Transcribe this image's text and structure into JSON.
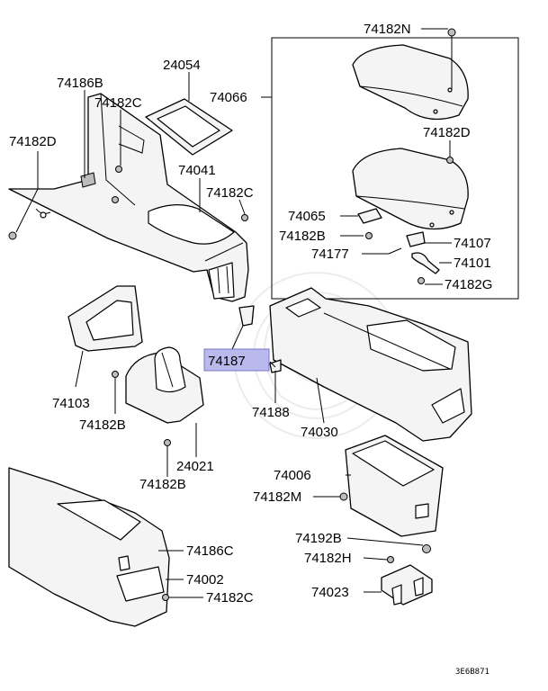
{
  "parts": {
    "p74182N": "74182N",
    "p24054": "24054",
    "p74186B": "74186B",
    "p74182C_top": "74182C",
    "p74066": "74066",
    "p74182D_left": "74182D",
    "p74182D_right": "74182D",
    "p74041": "74041",
    "p74182C_mid": "74182C",
    "p74065": "74065",
    "p74182B_right": "74182B",
    "p74107": "74107",
    "p74177": "74177",
    "p74101": "74101",
    "p74182G": "74182G",
    "p74187": "74187",
    "p74103": "74103",
    "p74188": "74188",
    "p74182B_left": "74182B",
    "p74030": "74030",
    "p24021": "24021",
    "p74006": "74006",
    "p74182B_bottom": "74182B",
    "p74182M": "74182M",
    "p74192B": "74192B",
    "p74186C": "74186C",
    "p74182H": "74182H",
    "p74002": "74002",
    "p74023": "74023",
    "p74182C_bottom": "74182C"
  },
  "highlighted_part": "74187",
  "highlight_color": "#b9b9ee",
  "diagram_code": "3E6B871"
}
